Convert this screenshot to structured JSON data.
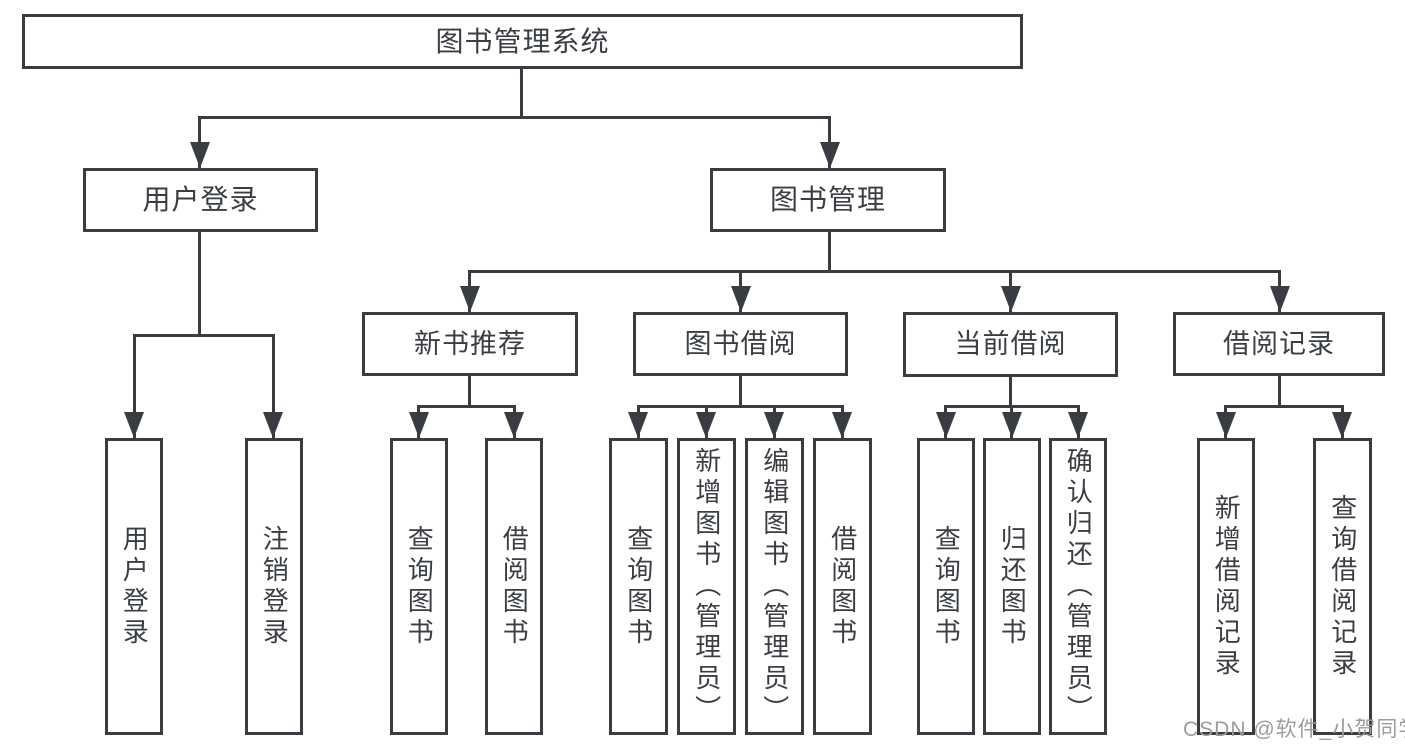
{
  "root": {
    "label": "图书管理系统",
    "children": [
      {
        "label": "用户登录",
        "children": [
          {
            "label": "用户登录"
          },
          {
            "label": "注销登录"
          }
        ]
      },
      {
        "label": "图书管理",
        "children": [
          {
            "label": "新书推荐",
            "children": [
              {
                "label": "查询图书"
              },
              {
                "label": "借阅图书"
              }
            ]
          },
          {
            "label": "图书借阅",
            "children": [
              {
                "label": "查询图书"
              },
              {
                "label": "新增图书（管理员）"
              },
              {
                "label": "编辑图书（管理员）"
              },
              {
                "label": "借阅图书"
              }
            ]
          },
          {
            "label": "当前借阅",
            "children": [
              {
                "label": "查询图书"
              },
              {
                "label": "归还图书"
              },
              {
                "label": "确认归还（管理员）"
              }
            ]
          },
          {
            "label": "借阅记录",
            "children": [
              {
                "label": "新增借阅记录"
              },
              {
                "label": "查询借阅记录"
              }
            ]
          }
        ]
      }
    ]
  },
  "watermark": {
    "text": "CSDN @软件_小贺同学"
  },
  "colors": {
    "line": "#393c41",
    "text": "#3a3e44",
    "watermark": "#9c9c9c",
    "background": "#ffffff"
  }
}
